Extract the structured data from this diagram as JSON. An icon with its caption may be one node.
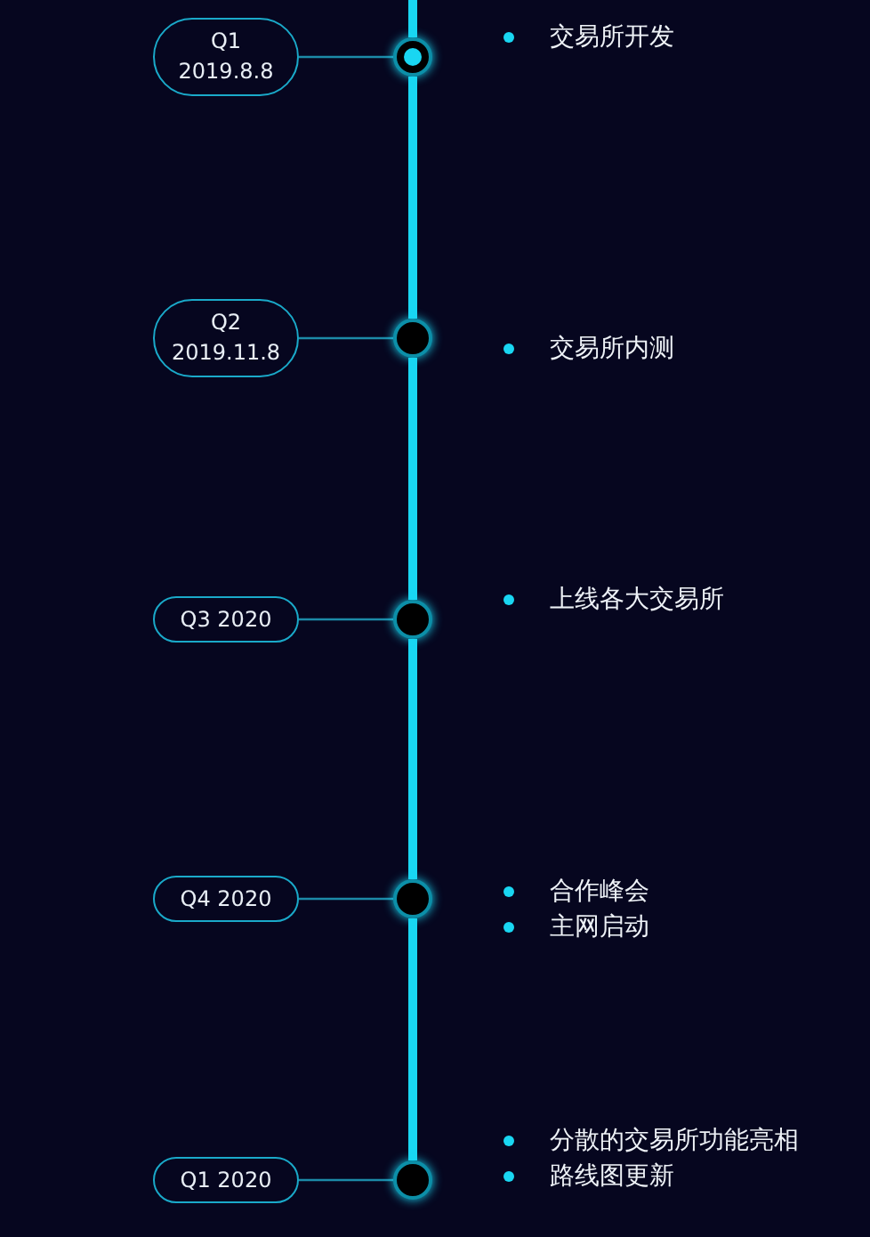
{
  "diagram": {
    "nodes": [
      {
        "text": [
          "Q1 2019.8.8"
        ]
      },
      {
        "text": [
          "Q2 2019.11.8"
        ]
      },
      {
        "text": [
          "Q3 2020"
        ]
      },
      {
        "text": [
          "Q4 2020"
        ]
      },
      {
        "text": [
          "Q1 2020"
        ]
      },
      {
        "text": [],
        "shape": "circle"
      },
      {
        "text": [],
        "shape": "circle"
      },
      {
        "text": [],
        "shape": "circle"
      },
      {
        "text": [],
        "shape": "circle"
      },
      {
        "text": [],
        "shape": "circle"
      }
    ],
    "edges": [
      {
        "from": 0,
        "to": 5,
        "arrow": "none"
      },
      {
        "from": 1,
        "to": 6,
        "arrow": "none"
      },
      {
        "from": 2,
        "to": 7,
        "arrow": "none"
      },
      {
        "from": 3,
        "to": 8,
        "arrow": "none"
      },
      {
        "from": 4,
        "to": 9,
        "arrow": "none"
      },
      {
        "from": 5,
        "to": 6,
        "arrow": "none",
        "style": "thick",
        "color": "#19d6f2"
      },
      {
        "from": 6,
        "to": 7,
        "arrow": "none",
        "style": "thick",
        "color": "#19d6f2"
      },
      {
        "from": 7,
        "to": 8,
        "arrow": "none",
        "style": "thick",
        "color": "#19d6f2"
      },
      {
        "from": 8,
        "to": 9,
        "arrow": "none",
        "style": "thick",
        "color": "#19d6f2"
      }
    ],
    "labels": [
      "交易所开发",
      "交易所内测",
      "上线各大交易所",
      "合作峰会",
      "主网启动",
      "分散的交易所功能亮相",
      "路线图更新"
    ]
  }
}
